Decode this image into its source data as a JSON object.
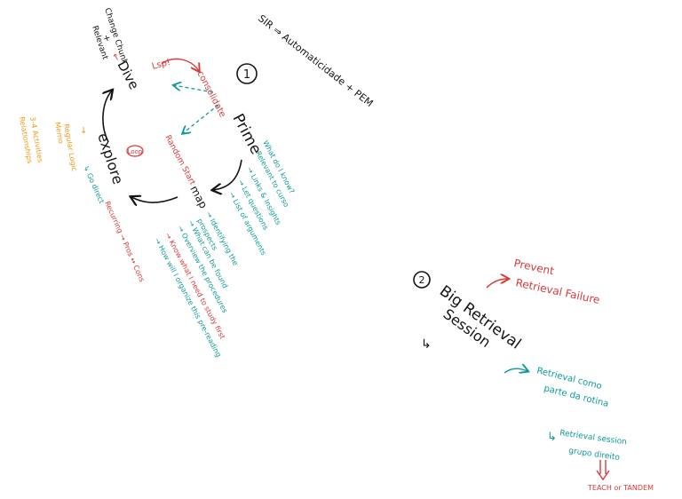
{
  "colors": {
    "ink": "#141414",
    "red": "#d63b3b",
    "teal": "#0e9a99",
    "orange": "#f09a1a"
  },
  "section1": {
    "number": "1",
    "sir_label": "SIR ⇒ Automaticidade + PEM",
    "prime": "Prime",
    "map": "map",
    "explore": "explore",
    "dive": "Dive",
    "change_chunk": "Change Chunk",
    "plus": "+",
    "relevant": "Relevant",
    "consolidate": "consolidate",
    "lsp": "Lsp!",
    "random_start": "Random Start",
    "loop": "Loop",
    "prime_notes": [
      "What do I know?",
      "Relevant to curso",
      "→ Links & Insights",
      "→ Let questions",
      "→ List of arguments"
    ],
    "map_notes_teal": [
      "→ Identifying the",
      "prospects",
      "→ What can be found",
      "→ Overview the procedures",
      "→ How will I organize this pre-reading"
    ],
    "map_note_red": "→ Know what I need to study first",
    "explore_note": "↳ Go direct",
    "explore_note_red": "Recurring → Pros ↔ Cons",
    "orange_notes": [
      "3-4 Activities",
      "Relationships",
      "↓",
      "Regular Logic",
      "Memo"
    ]
  },
  "section2": {
    "number": "2",
    "title_line1": "Big Retrieval",
    "title_line2": "Session",
    "prevent": "Prevent",
    "retrieval_failure": "Retrieval Failure",
    "retrieval_como": "Retrieval como",
    "parte_da_rotina": "parte da rotina",
    "retrieval_session": "Retrieval session",
    "grupo_direito": "grupo direito",
    "teach": "TEACH or TANDEM"
  }
}
